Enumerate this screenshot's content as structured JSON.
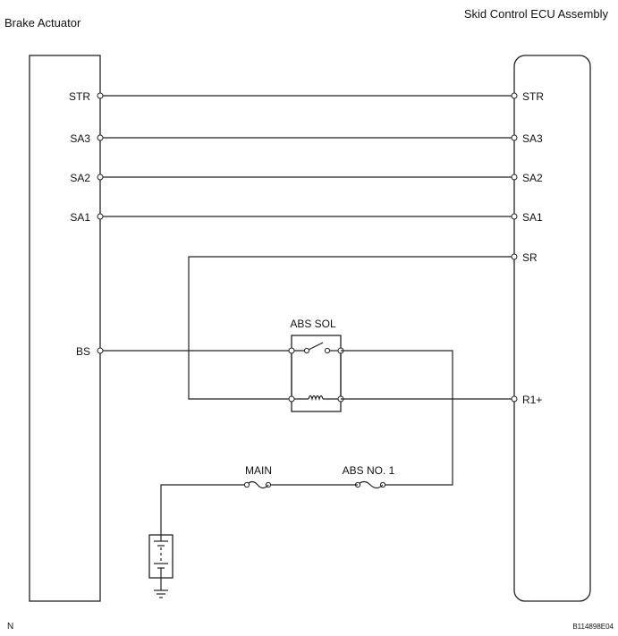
{
  "titles": {
    "left": "Brake Actuator",
    "right": "Skid Control ECU Assembly"
  },
  "left_pins": [
    "STR",
    "SA3",
    "SA2",
    "SA1",
    "BS"
  ],
  "right_pins": [
    "STR",
    "SA3",
    "SA2",
    "SA1",
    "SR",
    "R1+"
  ],
  "relay": {
    "label": "ABS SOL"
  },
  "fuses": {
    "main": "MAIN",
    "abs": "ABS NO. 1"
  },
  "footer": {
    "left": "N",
    "right": "B114898E04"
  }
}
